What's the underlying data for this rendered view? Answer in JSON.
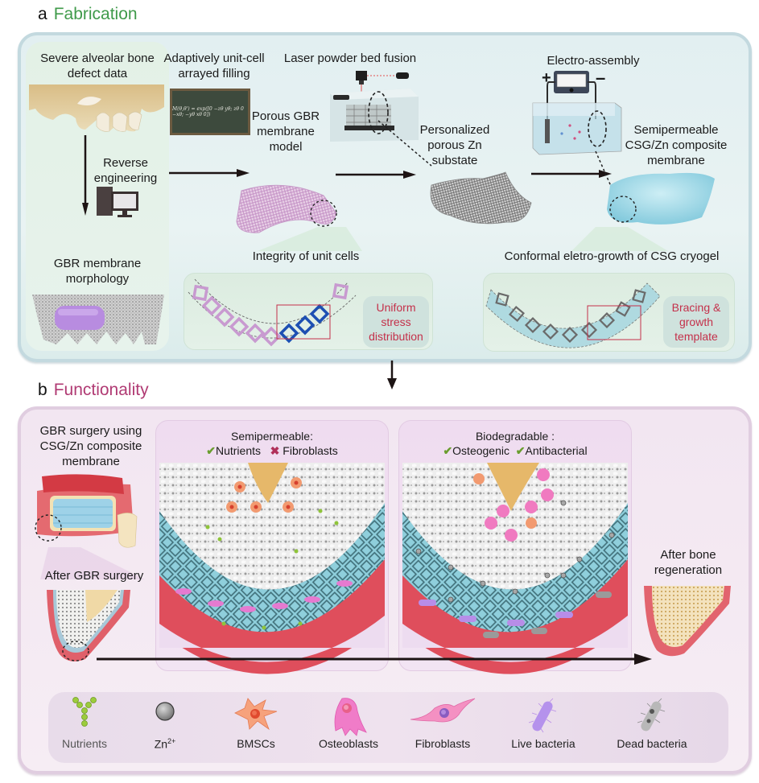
{
  "section_a": {
    "letter": "a",
    "title": "Fabrication",
    "title_color": "#3f9a4a",
    "steps": {
      "defect_data": "Severe alveolar bone defect data",
      "reverse_engineering": "Reverse engineering",
      "membrane_morphology": "GBR membrane morphology",
      "unit_cell_filling": "Adaptively unit-cell arrayed filling",
      "porous_model": "Porous GBR membrane model",
      "lpbf": "Laser powder bed fusion",
      "zn_substrate": "Personalized porous Zn substate",
      "electro_assembly": "Electro-assembly",
      "composite_membrane": "Semipermeable CSG/Zn composite membrane",
      "integrity": "Integrity of unit cells",
      "conformal": "Conformal eletro-growth of CSG cryogel"
    },
    "formula": "M(θ,θ') = exp([0 −zθ yθ; zθ 0 −xθ; −yθ xθ 0])",
    "plus_sign": "+",
    "minus_sign": "–",
    "tags": {
      "uniform_stress": "Uniform stress distribution",
      "bracing": "Bracing & growth template"
    },
    "tag_color": "#c4304a"
  },
  "section_b": {
    "letter": "b",
    "title": "Functionality",
    "title_color": "#b03a73",
    "surgery_label": "GBR surgery using CSG/Zn composite membrane",
    "after_surgery": "After GBR surgery",
    "after_regeneration": "After bone regeneration",
    "semipermeable": {
      "title": "Semipermeable:",
      "yes": "Nutrients",
      "no": "Fibroblasts",
      "check_glyph": "✔",
      "cross_glyph": "✖"
    },
    "biodegradable": {
      "title": "Biodegradable :",
      "item1": "Osteogenic",
      "item2": "Antibacterial",
      "check_glyph": "✔"
    },
    "legend": [
      {
        "icon": "nutrient-icon",
        "label": "Nutrients"
      },
      {
        "icon": "zinc-ion-icon",
        "label": "Zn",
        "sup": "2+"
      },
      {
        "icon": "bmsc-cell-icon",
        "label": "BMSCs"
      },
      {
        "icon": "osteoblast-cell-icon",
        "label": "Osteoblasts"
      },
      {
        "icon": "fibroblast-cell-icon",
        "label": "Fibroblasts"
      },
      {
        "icon": "live-bacteria-icon",
        "label": "Live bacteria"
      },
      {
        "icon": "dead-bacteria-icon",
        "label": "Dead bacteria"
      }
    ]
  }
}
